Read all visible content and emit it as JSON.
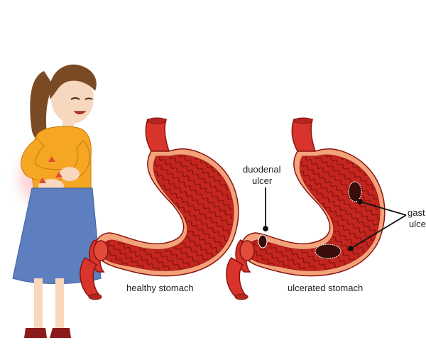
{
  "labels": {
    "duodenal_line1": "duodenal",
    "duodenal_line2": "ulcer",
    "gastric_line1": "gast",
    "gastric_line2": "ulce",
    "healthy": "healthy stomach",
    "ulcerated": "ulcerated stomach"
  },
  "colors": {
    "stomach_outer": "#d9342b",
    "stomach_inner": "#a91d18",
    "stomach_wall": "#f2a37a",
    "ulcer": "#3a0d0a",
    "shirt": "#f5a623",
    "skirt": "#5e7fbf",
    "hair": "#7a4a25",
    "skin": "#f7d7bd",
    "shoes": "#8b1a1a",
    "pain_glow": "#f26d6d"
  },
  "icons": [
    "stomach-healthy-illustration",
    "stomach-ulcerated-illustration",
    "woman-abdominal-pain-illustration"
  ]
}
